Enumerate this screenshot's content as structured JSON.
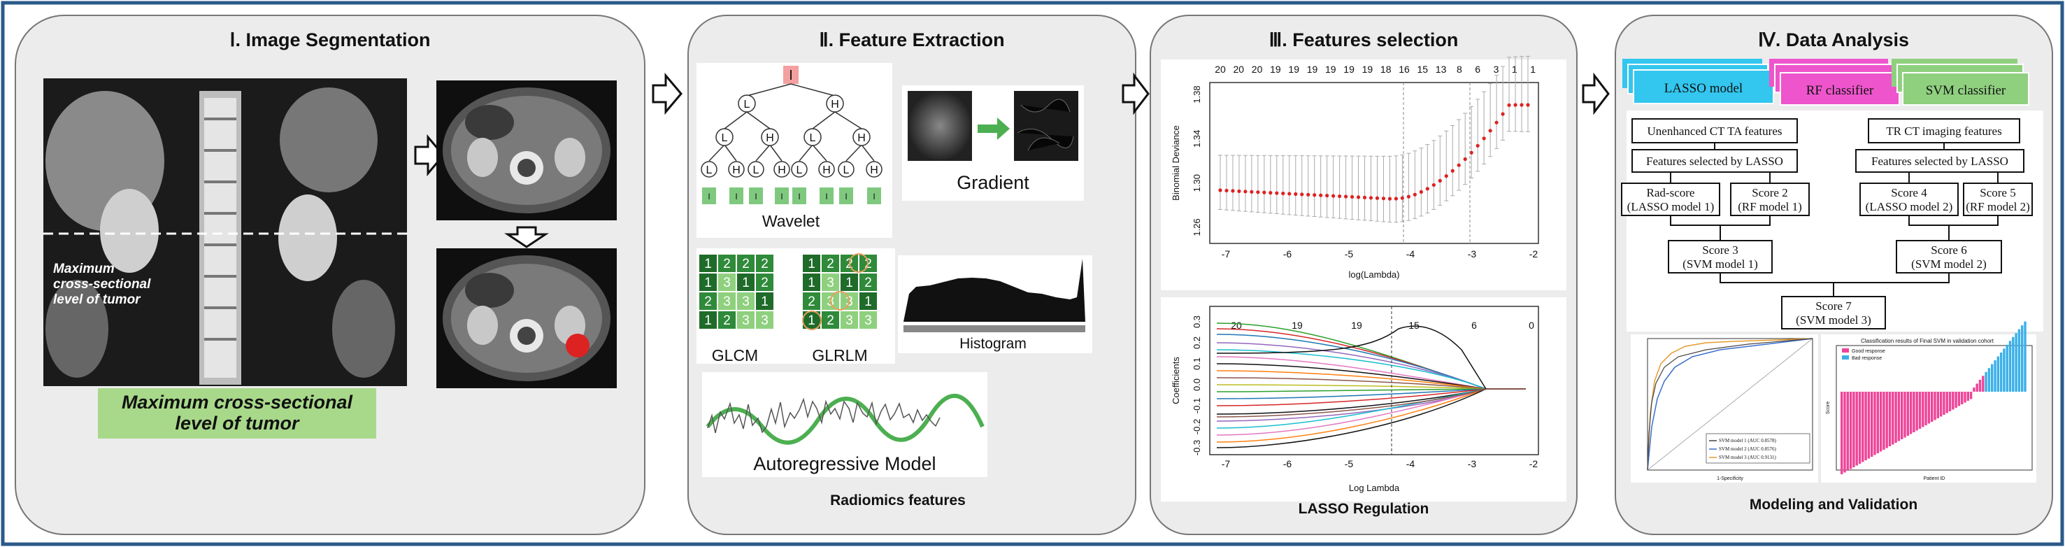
{
  "panels": {
    "seg": {
      "title": "Ⅰ. Image Segmentation",
      "overlay_label": "Maximum cross-sectional level of tumor",
      "caption_line1": "Maximum cross-sectional",
      "caption_line2": "level of tumor"
    },
    "feat": {
      "title": "Ⅱ. Feature Extraction",
      "wavelet_root": "I",
      "wavelet_node_l": "L",
      "wavelet_node_h": "H",
      "wavelet_label": "Wavelet",
      "gradient_label": "Gradient",
      "glcm_label": "GLCM",
      "glrlm_label": "GLRLM",
      "histogram_label": "Histogram",
      "ar_label": "Autoregressive Model",
      "footer": "Radiomics features"
    },
    "sel": {
      "title": "Ⅲ. Features selection",
      "footer": "LASSO Regulation"
    },
    "ana": {
      "title": "Ⅳ. Data Analysis",
      "footer": "Modeling and Validation"
    }
  },
  "matrices": {
    "glcm": [
      [
        1,
        2,
        2,
        2
      ],
      [
        1,
        3,
        1,
        2
      ],
      [
        2,
        3,
        3,
        1
      ],
      [
        1,
        2,
        3,
        3
      ]
    ],
    "glrlm": [
      [
        1,
        2,
        2,
        2
      ],
      [
        1,
        3,
        1,
        2
      ],
      [
        2,
        3,
        3,
        1
      ],
      [
        1,
        2,
        3,
        3
      ]
    ]
  },
  "wavelet_leaves": [
    "I",
    "I",
    "I",
    "I",
    "I",
    "I",
    "I",
    "I"
  ],
  "lasso_cv": {
    "top_ticks": [
      "20",
      "20",
      "20",
      "19",
      "19",
      "19",
      "19",
      "19",
      "19",
      "18",
      "16",
      "15",
      "13",
      "8",
      "6",
      "3",
      "1",
      "1"
    ],
    "ylabel": "Binomial Deviance",
    "xlabel": "log(Lambda)",
    "yticks": [
      "1.26",
      "1.30",
      "1.34",
      "1.38"
    ],
    "xticks": [
      "-7",
      "-6",
      "-5",
      "-4",
      "-3",
      "-2"
    ]
  },
  "lasso_path": {
    "top_ticks": [
      "20",
      "19",
      "19",
      "15",
      "6",
      "0"
    ],
    "ylabel": "Coefficients",
    "xlabel": "Log Lambda",
    "yticks": [
      "-0.3",
      "-0.2",
      "-0.1",
      "0.0",
      "0.1",
      "0.2",
      "0.3"
    ],
    "xticks": [
      "-7",
      "-6",
      "-5",
      "-4",
      "-3",
      "-2"
    ]
  },
  "models": {
    "lasso": "LASSO model",
    "rf": "RF classifier",
    "svm": "SVM classifier"
  },
  "flow": {
    "unenhanced": "Unenhanced CT TA features",
    "tr": "TR CT imaging features",
    "sel1": "Features selected by LASSO",
    "sel2": "Features selected by LASSO",
    "rad1": "Rad-score",
    "rad2": "(LASSO model 1)",
    "s2a": "Score 2",
    "s2b": "(RF model 1)",
    "s4a": "Score 4",
    "s4b": "(LASSO model 2)",
    "s5a": "Score 5",
    "s5b": "(RF model 2)",
    "s3a": "Score 3",
    "s3b": "(SVM model 1)",
    "s6a": "Score 6",
    "s6b": "(SVM model 2)",
    "s7a": "Score 7",
    "s7b": "(SVM model 3)"
  },
  "roc": {
    "legend": [
      "SVM model 1 (AUC 0.8578)",
      "SVM model 2 (AUC 0.8576)",
      "SVM model 3 (AUC 0.9131)"
    ],
    "xlabel": "1-Specificity"
  },
  "waterfall": {
    "title": "Classification results of Final SVM in validation cohort",
    "legend": [
      "Good response",
      "Bad response"
    ],
    "xlabel": "Patient ID",
    "ylabel": "Score"
  },
  "colors": {
    "border": "#2a5a8a",
    "panel": "#eeeeee",
    "green": "#7fc97f",
    "cyan": "#33c6ee",
    "magenta": "#ee55cc",
    "red": "#dd2222"
  }
}
